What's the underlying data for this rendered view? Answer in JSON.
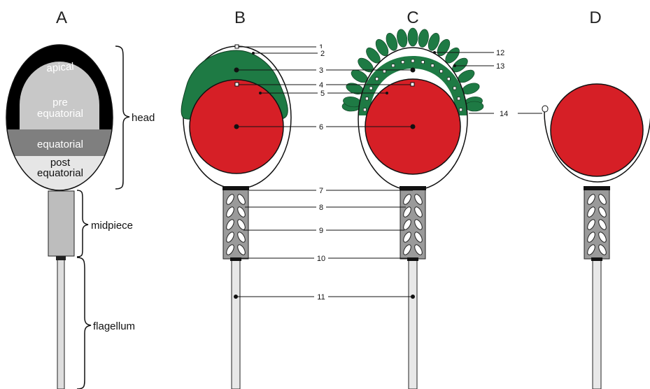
{
  "panels": {
    "a": {
      "letter": "A"
    },
    "b": {
      "letter": "B"
    },
    "c": {
      "letter": "C"
    },
    "d": {
      "letter": "D"
    }
  },
  "head_regions": {
    "apical": "apical",
    "pre_line1": "pre",
    "pre_line2": "equatorial",
    "equatorial": "equatorial",
    "post_line1": "post",
    "post_line2": "equatorial"
  },
  "braces": {
    "head": "head",
    "midpiece": "midpiece",
    "flagellum": "flagellum"
  },
  "callouts": [
    "1",
    "2",
    "3",
    "4",
    "5",
    "6",
    "7",
    "8",
    "9",
    "10",
    "11",
    "12",
    "13",
    "14"
  ],
  "colors": {
    "acrosome_green": "#1e7a44",
    "nucleus_red": "#d61f26",
    "apical_black": "#000000",
    "pre_equatorial_gray": "#c8c8c8",
    "equatorial_gray": "#7f7f7f",
    "post_equatorial_gray": "#e6e6e6",
    "midpiece_gray": "#bdbdbd"
  }
}
